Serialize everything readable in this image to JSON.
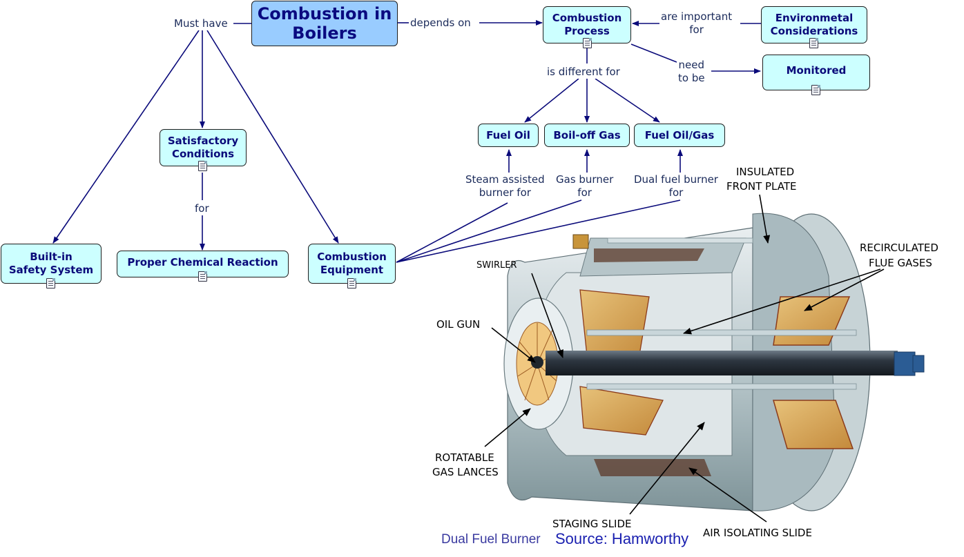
{
  "colors": {
    "node_fill": "#ccffff",
    "root_fill": "#99ccff",
    "text": "#0a0a7a",
    "line": "#0a0a7a"
  },
  "nodes": {
    "root": "Combustion in\nBoilers",
    "combustion_process": "Combustion\nProcess",
    "environmental": "Environmetal\nConsiderations",
    "monitored": "Monitored",
    "fuel_oil": "Fuel Oil",
    "boil_off_gas": "Boil-off Gas",
    "fuel_oil_gas": "Fuel Oil/Gas",
    "satisfactory": "Satisfactory\nConditions",
    "builtin_safety": "Built-in\nSafety System",
    "chemical_reaction": "Proper Chemical Reaction",
    "combustion_equipment": "Combustion\nEquipment"
  },
  "links": {
    "must_have": "Must have",
    "depends_on": "depends on",
    "are_important_for": "are important\nfor",
    "need_to_be": "need\nto be",
    "is_different_for": "is different for",
    "steam_assisted": "Steam assisted\nburner for",
    "gas_burner": "Gas burner\nfor",
    "dual_fuel": "Dual fuel burner\nfor",
    "for": "for"
  },
  "image": {
    "labels": {
      "insulated_front_plate": [
        "INSULATED",
        "FRONT PLATE"
      ],
      "recirculated_flue_gases": [
        "RECIRCULATED",
        "FLUE GASES"
      ],
      "swirler": "SWIRLER",
      "oil_gun": "OIL GUN",
      "rotatable_gas_lances": [
        "ROTATABLE",
        "GAS LANCES"
      ],
      "staging_slide": "STAGING SLIDE",
      "air_isolating_slide": "AIR ISOLATING SLIDE"
    },
    "caption": "Dual Fuel Burner",
    "source": "Source: Hamworthy"
  }
}
